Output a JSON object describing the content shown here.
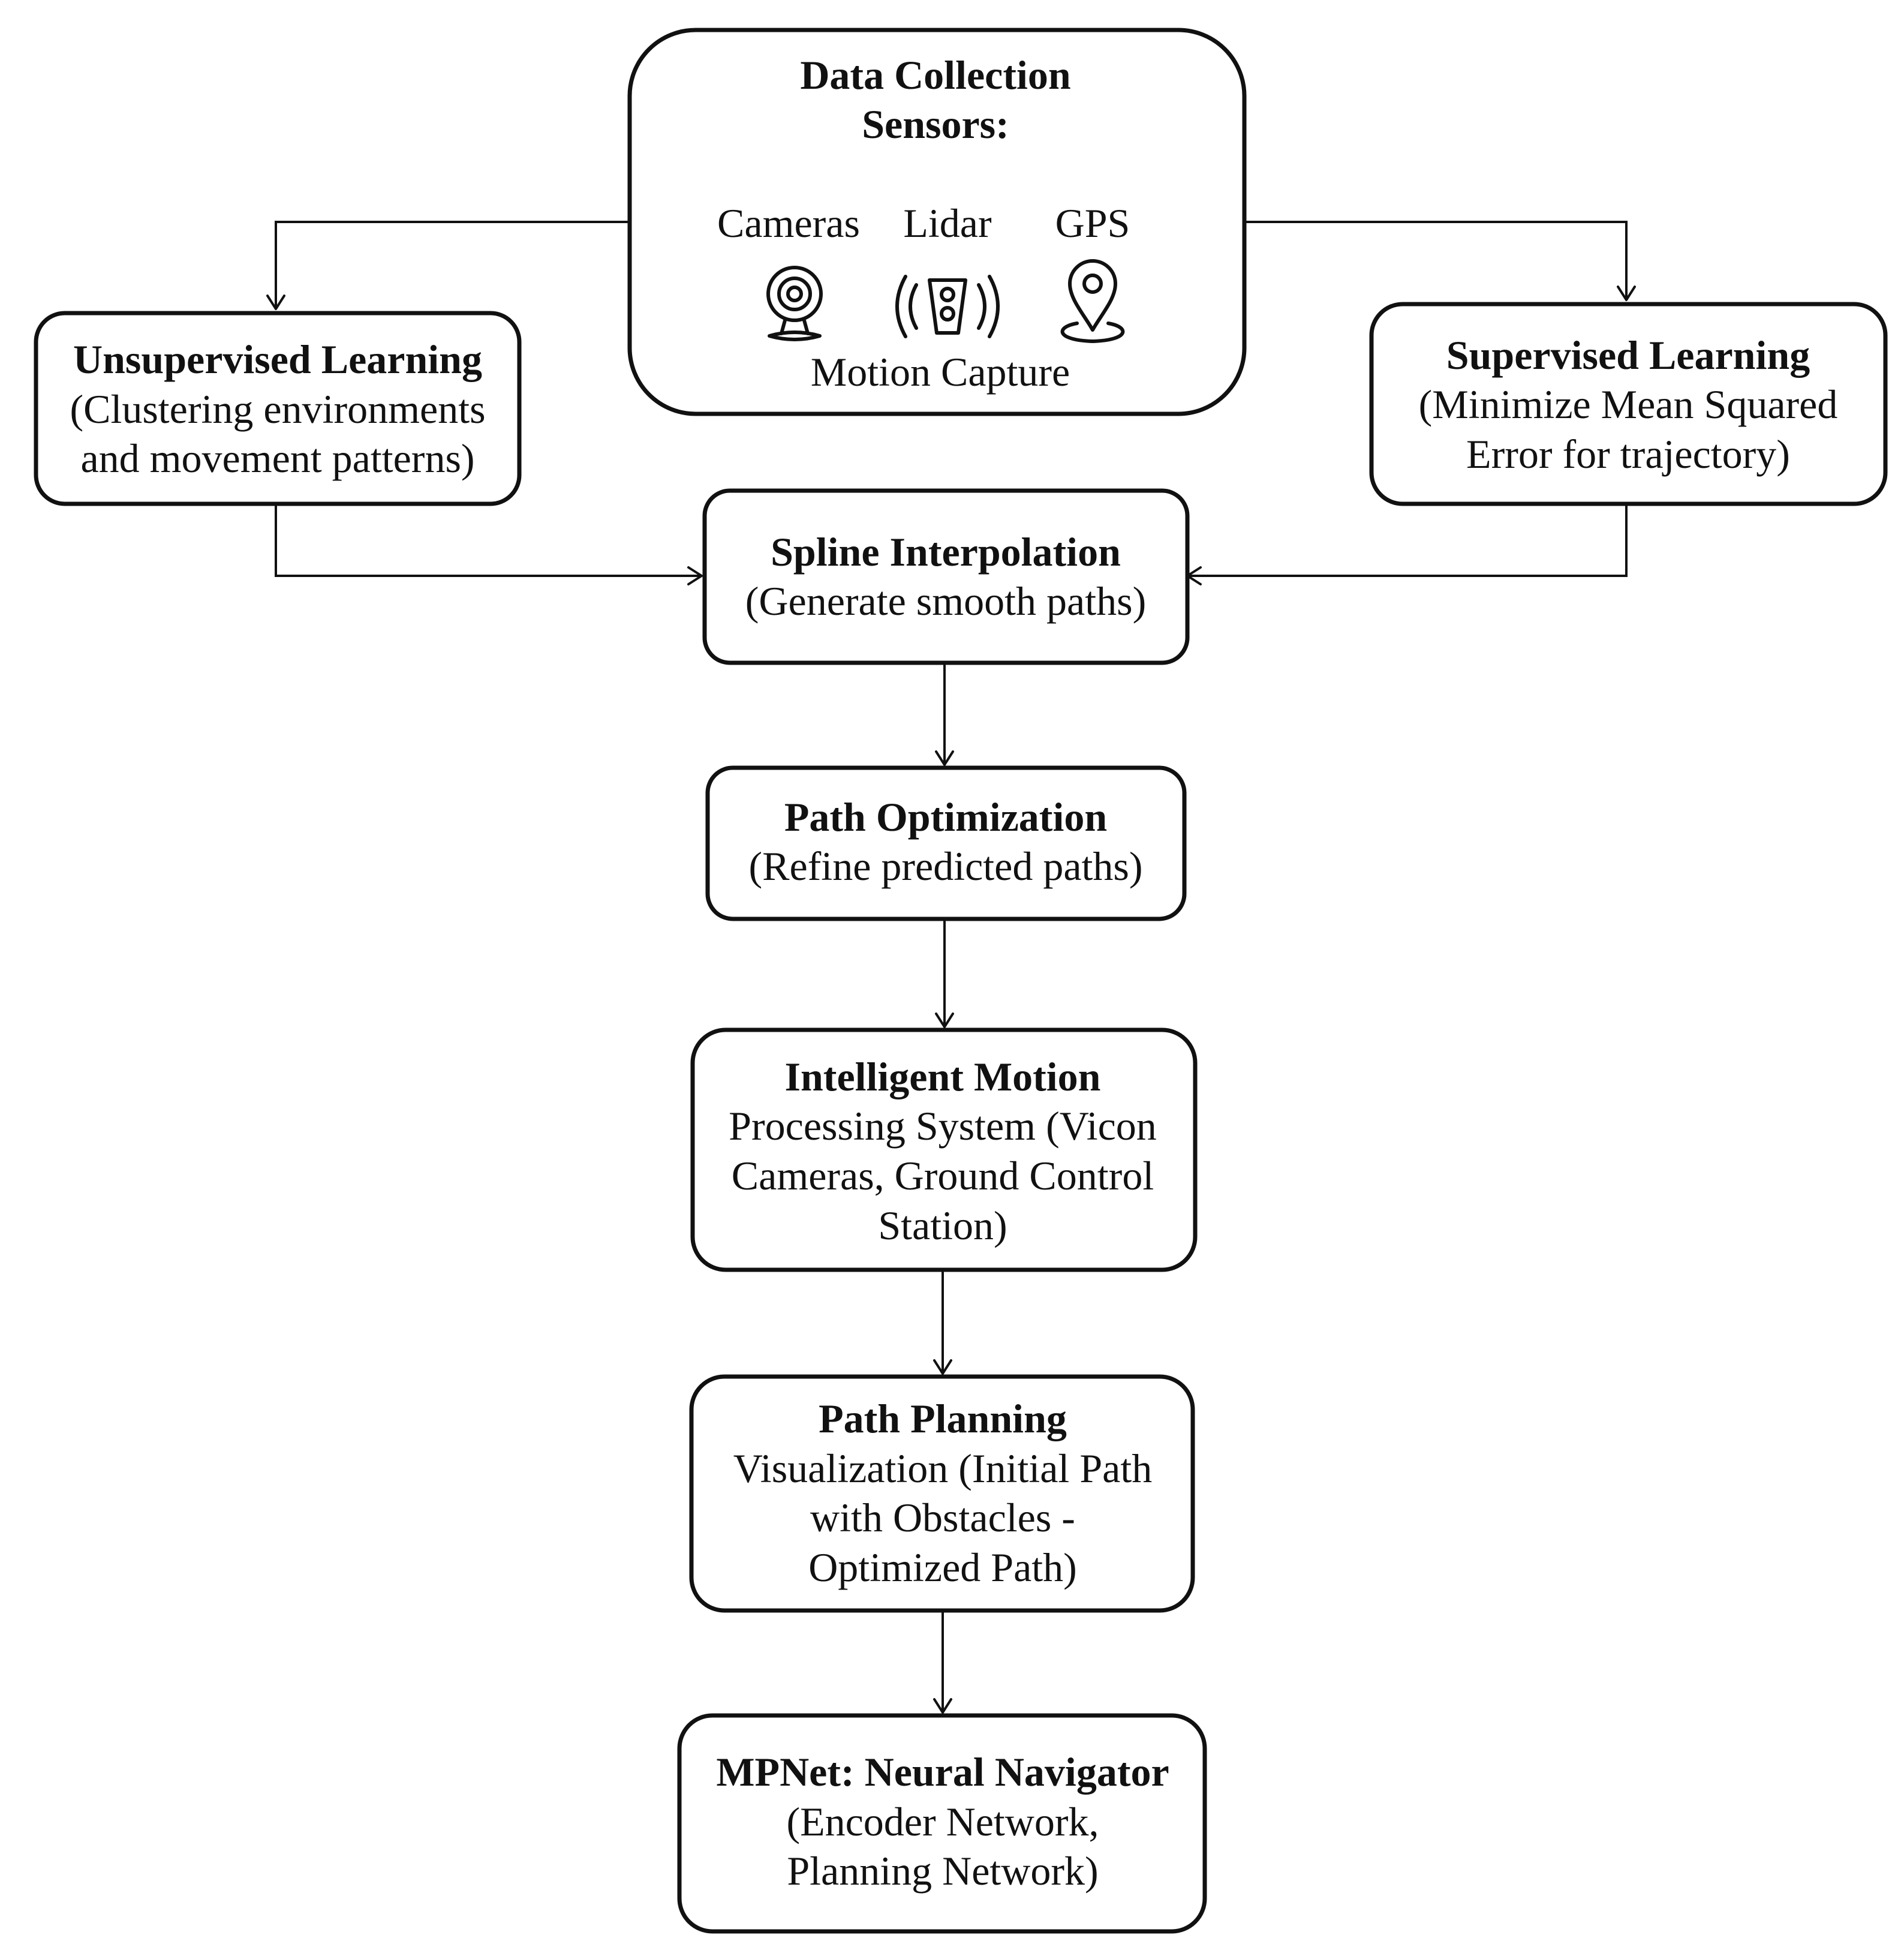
{
  "nodes": {
    "data_collection": {
      "title_line1": "Data Collection",
      "title_line2": "Sensors:",
      "sensors": {
        "cameras": "Cameras",
        "lidar": "Lidar",
        "gps": "GPS"
      },
      "icons": {
        "cameras": "webcam-icon",
        "lidar": "lidar-sensor-icon",
        "gps": "location-pin-icon"
      },
      "footer": "Motion Capture"
    },
    "unsupervised": {
      "title": "Unsupervised Learning",
      "line1": "(Clustering environments",
      "line2": "and movement patterns)"
    },
    "supervised": {
      "title": "Supervised Learning",
      "line1": "(Minimize Mean Squared",
      "line2": "Error for trajectory)"
    },
    "spline": {
      "title": "Spline Interpolation",
      "line1": "(Generate smooth paths)"
    },
    "path_optimization": {
      "title": "Path Optimization",
      "line1": "(Refine predicted paths)"
    },
    "intelligent_motion": {
      "title": "Intelligent Motion",
      "line1": "Processing System (Vicon",
      "line2": "Cameras, Ground Control",
      "line3": "Station)"
    },
    "path_planning": {
      "title": "Path Planning",
      "line1": "Visualization (Initial Path",
      "line2": "with Obstacles -",
      "line3": "Optimized Path)"
    },
    "mpnet": {
      "title": "MPNet: Neural Navigator",
      "line1": "(Encoder Network,",
      "line2": "Planning Network)"
    }
  },
  "colors": {
    "stroke": "#111111",
    "background": "#ffffff"
  }
}
